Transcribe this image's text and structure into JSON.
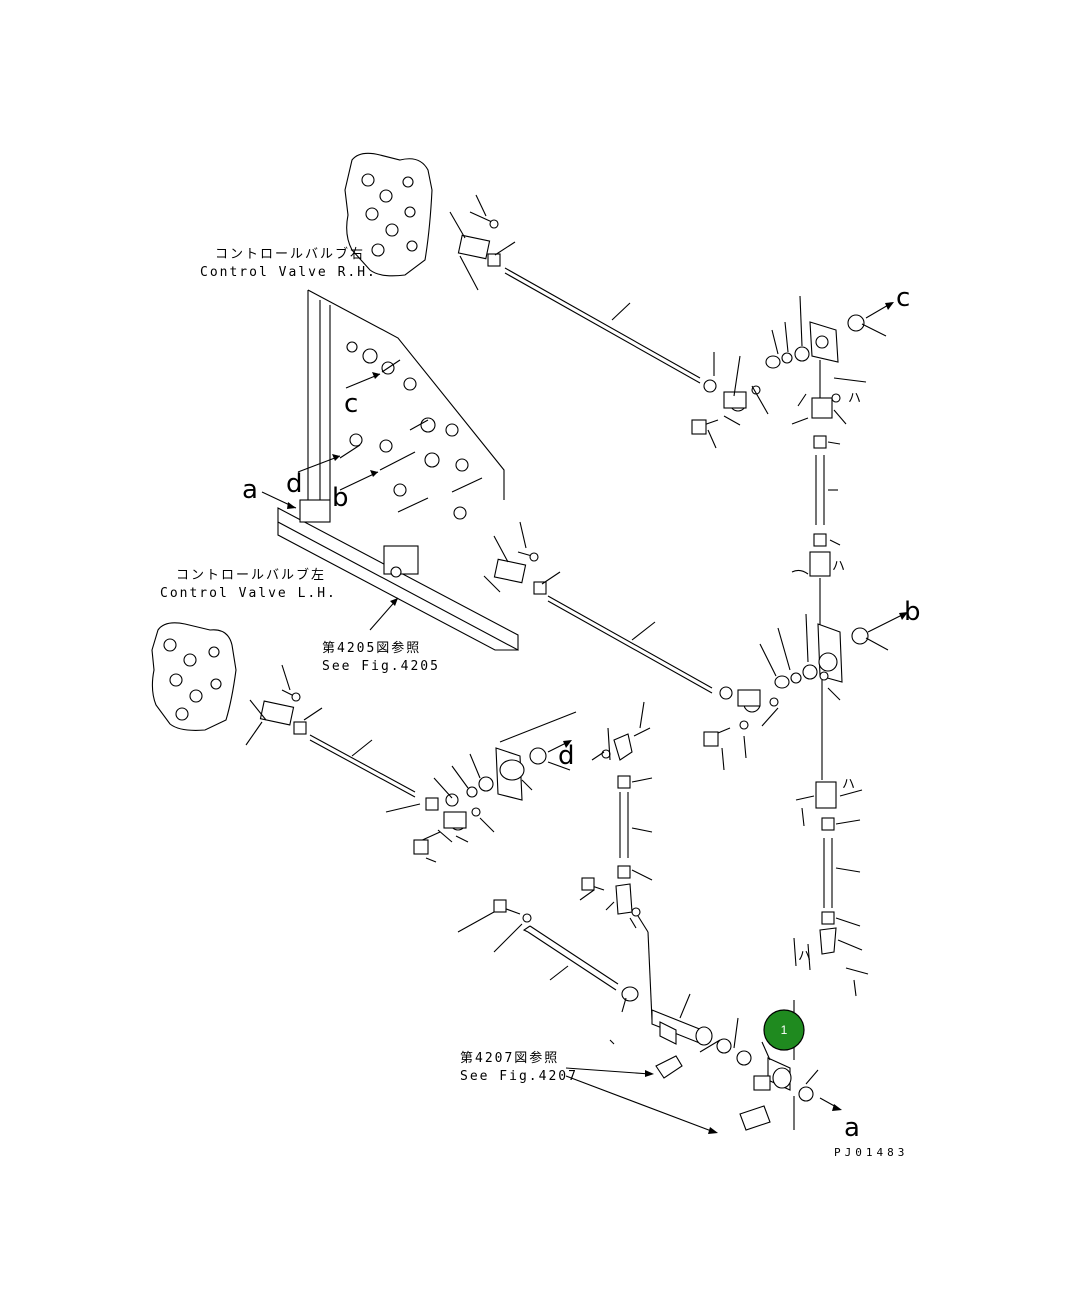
{
  "labels": {
    "rh_jp": "コントロールバルブ右",
    "rh_en": "Control Valve R.H.",
    "lh_jp": "コントロールバルブ左",
    "lh_en": "Control Valve L.H.",
    "fig4205_jp": "第4205図参照",
    "fig4205_en": "See Fig.4205",
    "fig4207_jp": "第4207図参照",
    "fig4207_en": "See Fig.4207",
    "drawing_no": "PJ01483"
  },
  "letters": {
    "a": "a",
    "b": "b",
    "c": "c",
    "d": "d",
    "ha": "ハ"
  },
  "callout": {
    "number": "1",
    "color": "#1f8a1f"
  }
}
